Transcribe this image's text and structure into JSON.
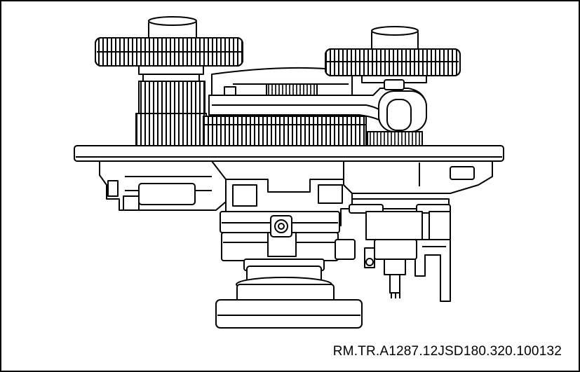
{
  "figure": {
    "reference_code": "RM.TR.A1287.12JSD180.320.100132",
    "colors": {
      "line": "#000000",
      "fill": "#ffffff",
      "frame": "#000000"
    },
    "icons": [
      "left-gear-stack",
      "right-gear",
      "gear-train",
      "shift-arm",
      "mounting-plate",
      "housing",
      "valve-fitting",
      "bottom-flange",
      "right-bracket",
      "electrical-connector"
    ]
  }
}
